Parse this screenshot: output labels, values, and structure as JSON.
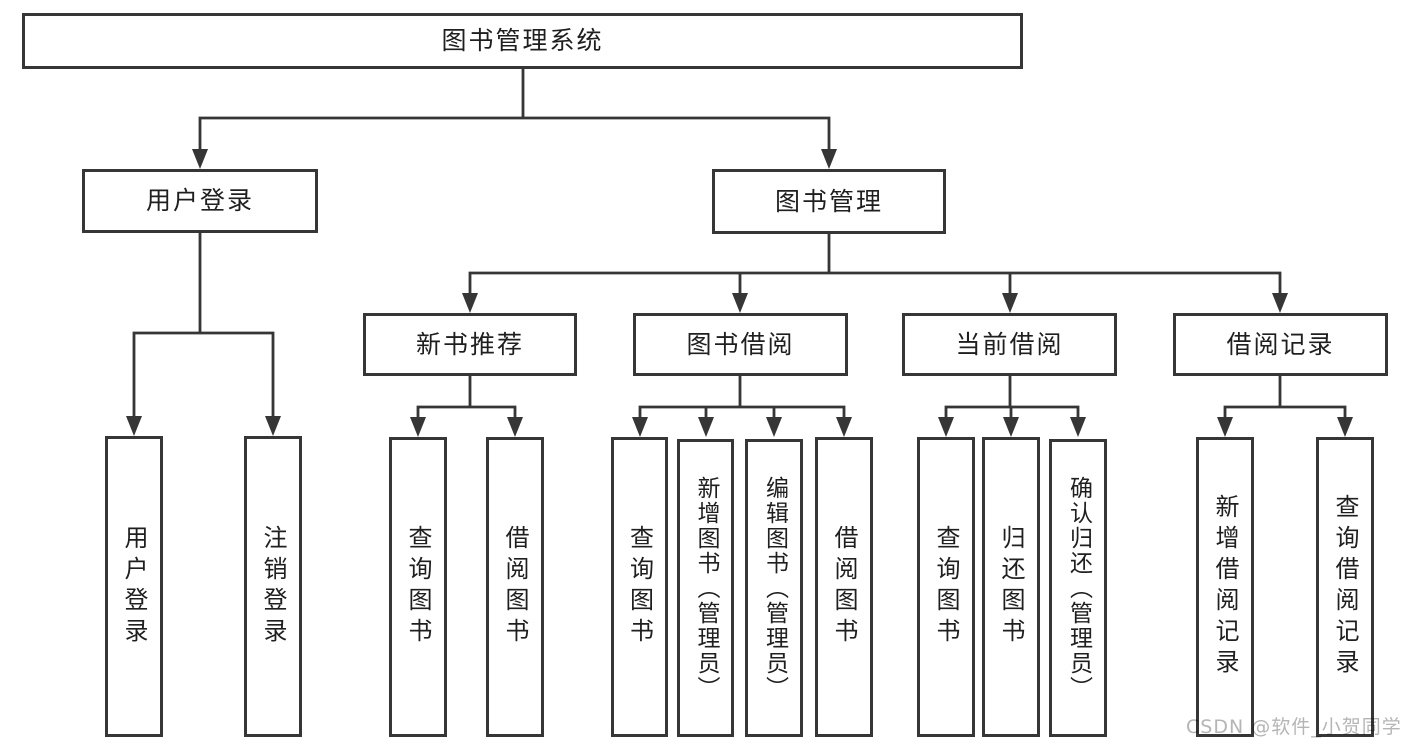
{
  "diagram": {
    "title_node": {
      "label": "图书管理系统"
    },
    "level1": [
      {
        "label": "用户登录"
      },
      {
        "label": "图书管理"
      }
    ],
    "level2": [
      {
        "label": "新书推荐"
      },
      {
        "label": "图书借阅"
      },
      {
        "label": "当前借阅"
      },
      {
        "label": "借阅记录"
      }
    ],
    "leaves": [
      {
        "label": "用户登录"
      },
      {
        "label": "注销登录"
      },
      {
        "label": "查询图书"
      },
      {
        "label": "借阅图书"
      },
      {
        "label": "查询图书"
      },
      {
        "label": "新增图书（管理员）"
      },
      {
        "label": "编辑图书（管理员）"
      },
      {
        "label": "借阅图书"
      },
      {
        "label": "查询图书"
      },
      {
        "label": "归还图书"
      },
      {
        "label": "确认归还（管理员）"
      },
      {
        "label": "新增借阅记录"
      },
      {
        "label": "查询借阅记录"
      }
    ]
  },
  "watermark": {
    "text": "CSDN @软件_小贺同学"
  },
  "colors": {
    "line": "#363636",
    "text": "#1f1f1f",
    "background": "#ffffff",
    "watermark": "#b5b5b5"
  }
}
